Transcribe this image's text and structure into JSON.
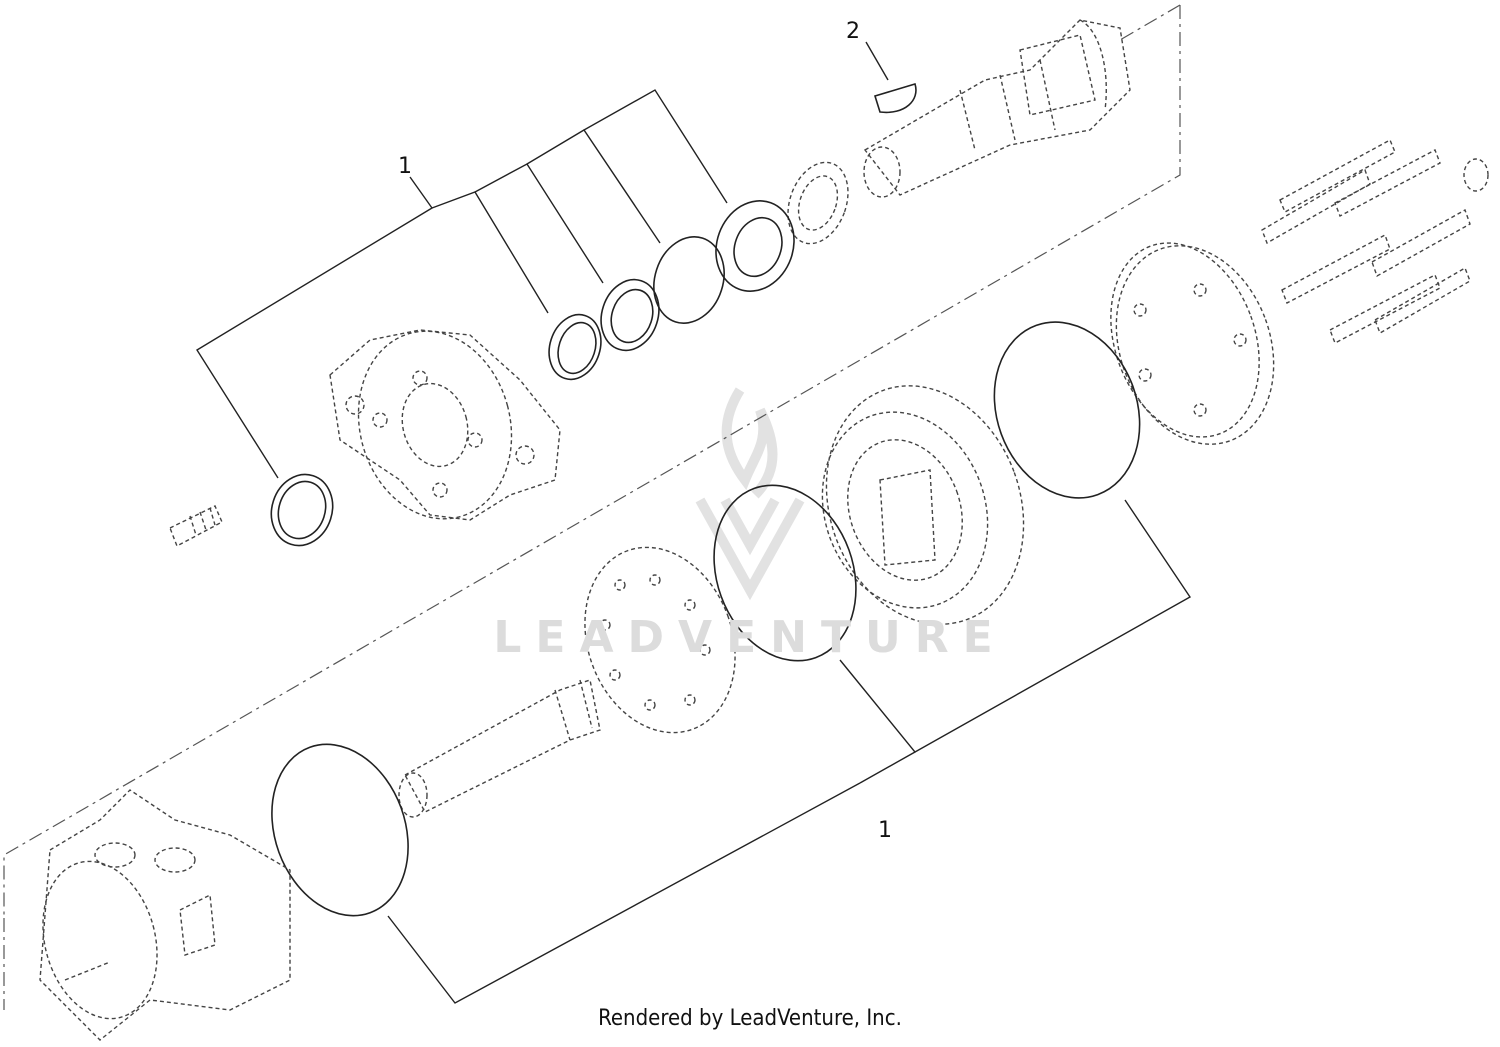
{
  "callouts": [
    {
      "id": "callout-1-upper",
      "text": "1"
    },
    {
      "id": "callout-2",
      "text": "2"
    },
    {
      "id": "callout-1-lower",
      "text": "1"
    }
  ],
  "watermark": "LEADVENTURE",
  "credit": "Rendered by LeadVenture, Inc."
}
